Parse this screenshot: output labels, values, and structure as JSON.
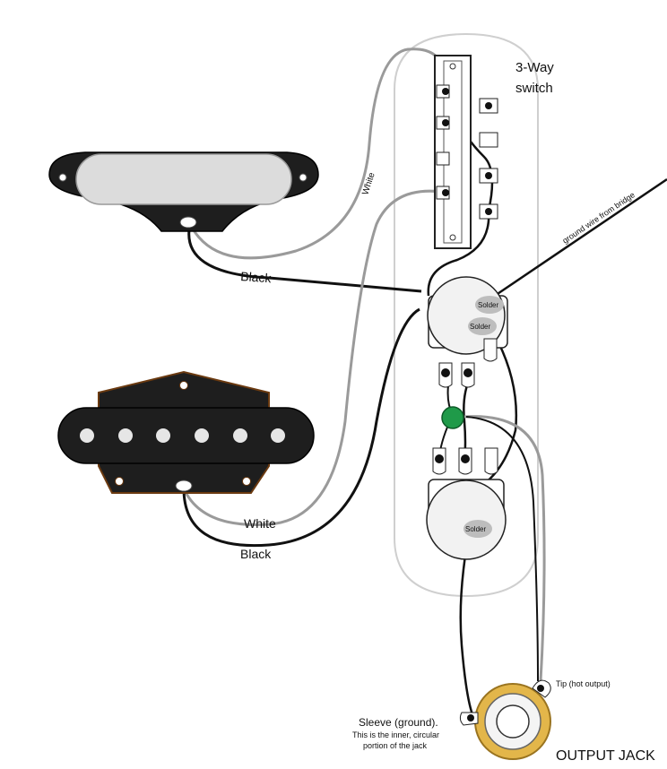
{
  "labels": {
    "switch_line1": "3-Way",
    "switch_line2": "switch",
    "white_top": "White",
    "black_top": "Black",
    "white_bottom": "White",
    "black_bottom": "Black",
    "ground_wire": "ground wire from bridge",
    "solder_1": "Solder",
    "solder_2": "Solder",
    "solder_3": "Solder",
    "tip": "Tip (hot output)",
    "sleeve_line1": "Sleeve (ground).",
    "sleeve_line2": "This is the inner, circular",
    "sleeve_line3": "portion of the jack",
    "output_jack": "OUTPUT JACK"
  },
  "colors": {
    "pickup_body": "#1e1e1e",
    "neck_cover": "#dcdcdc",
    "wire_white": "#9a9a9a",
    "wire_black": "#111111",
    "capacitor": "#1f9a49",
    "jack_ring": "#e3b64a",
    "solder_spot": "#bdbdbd"
  }
}
